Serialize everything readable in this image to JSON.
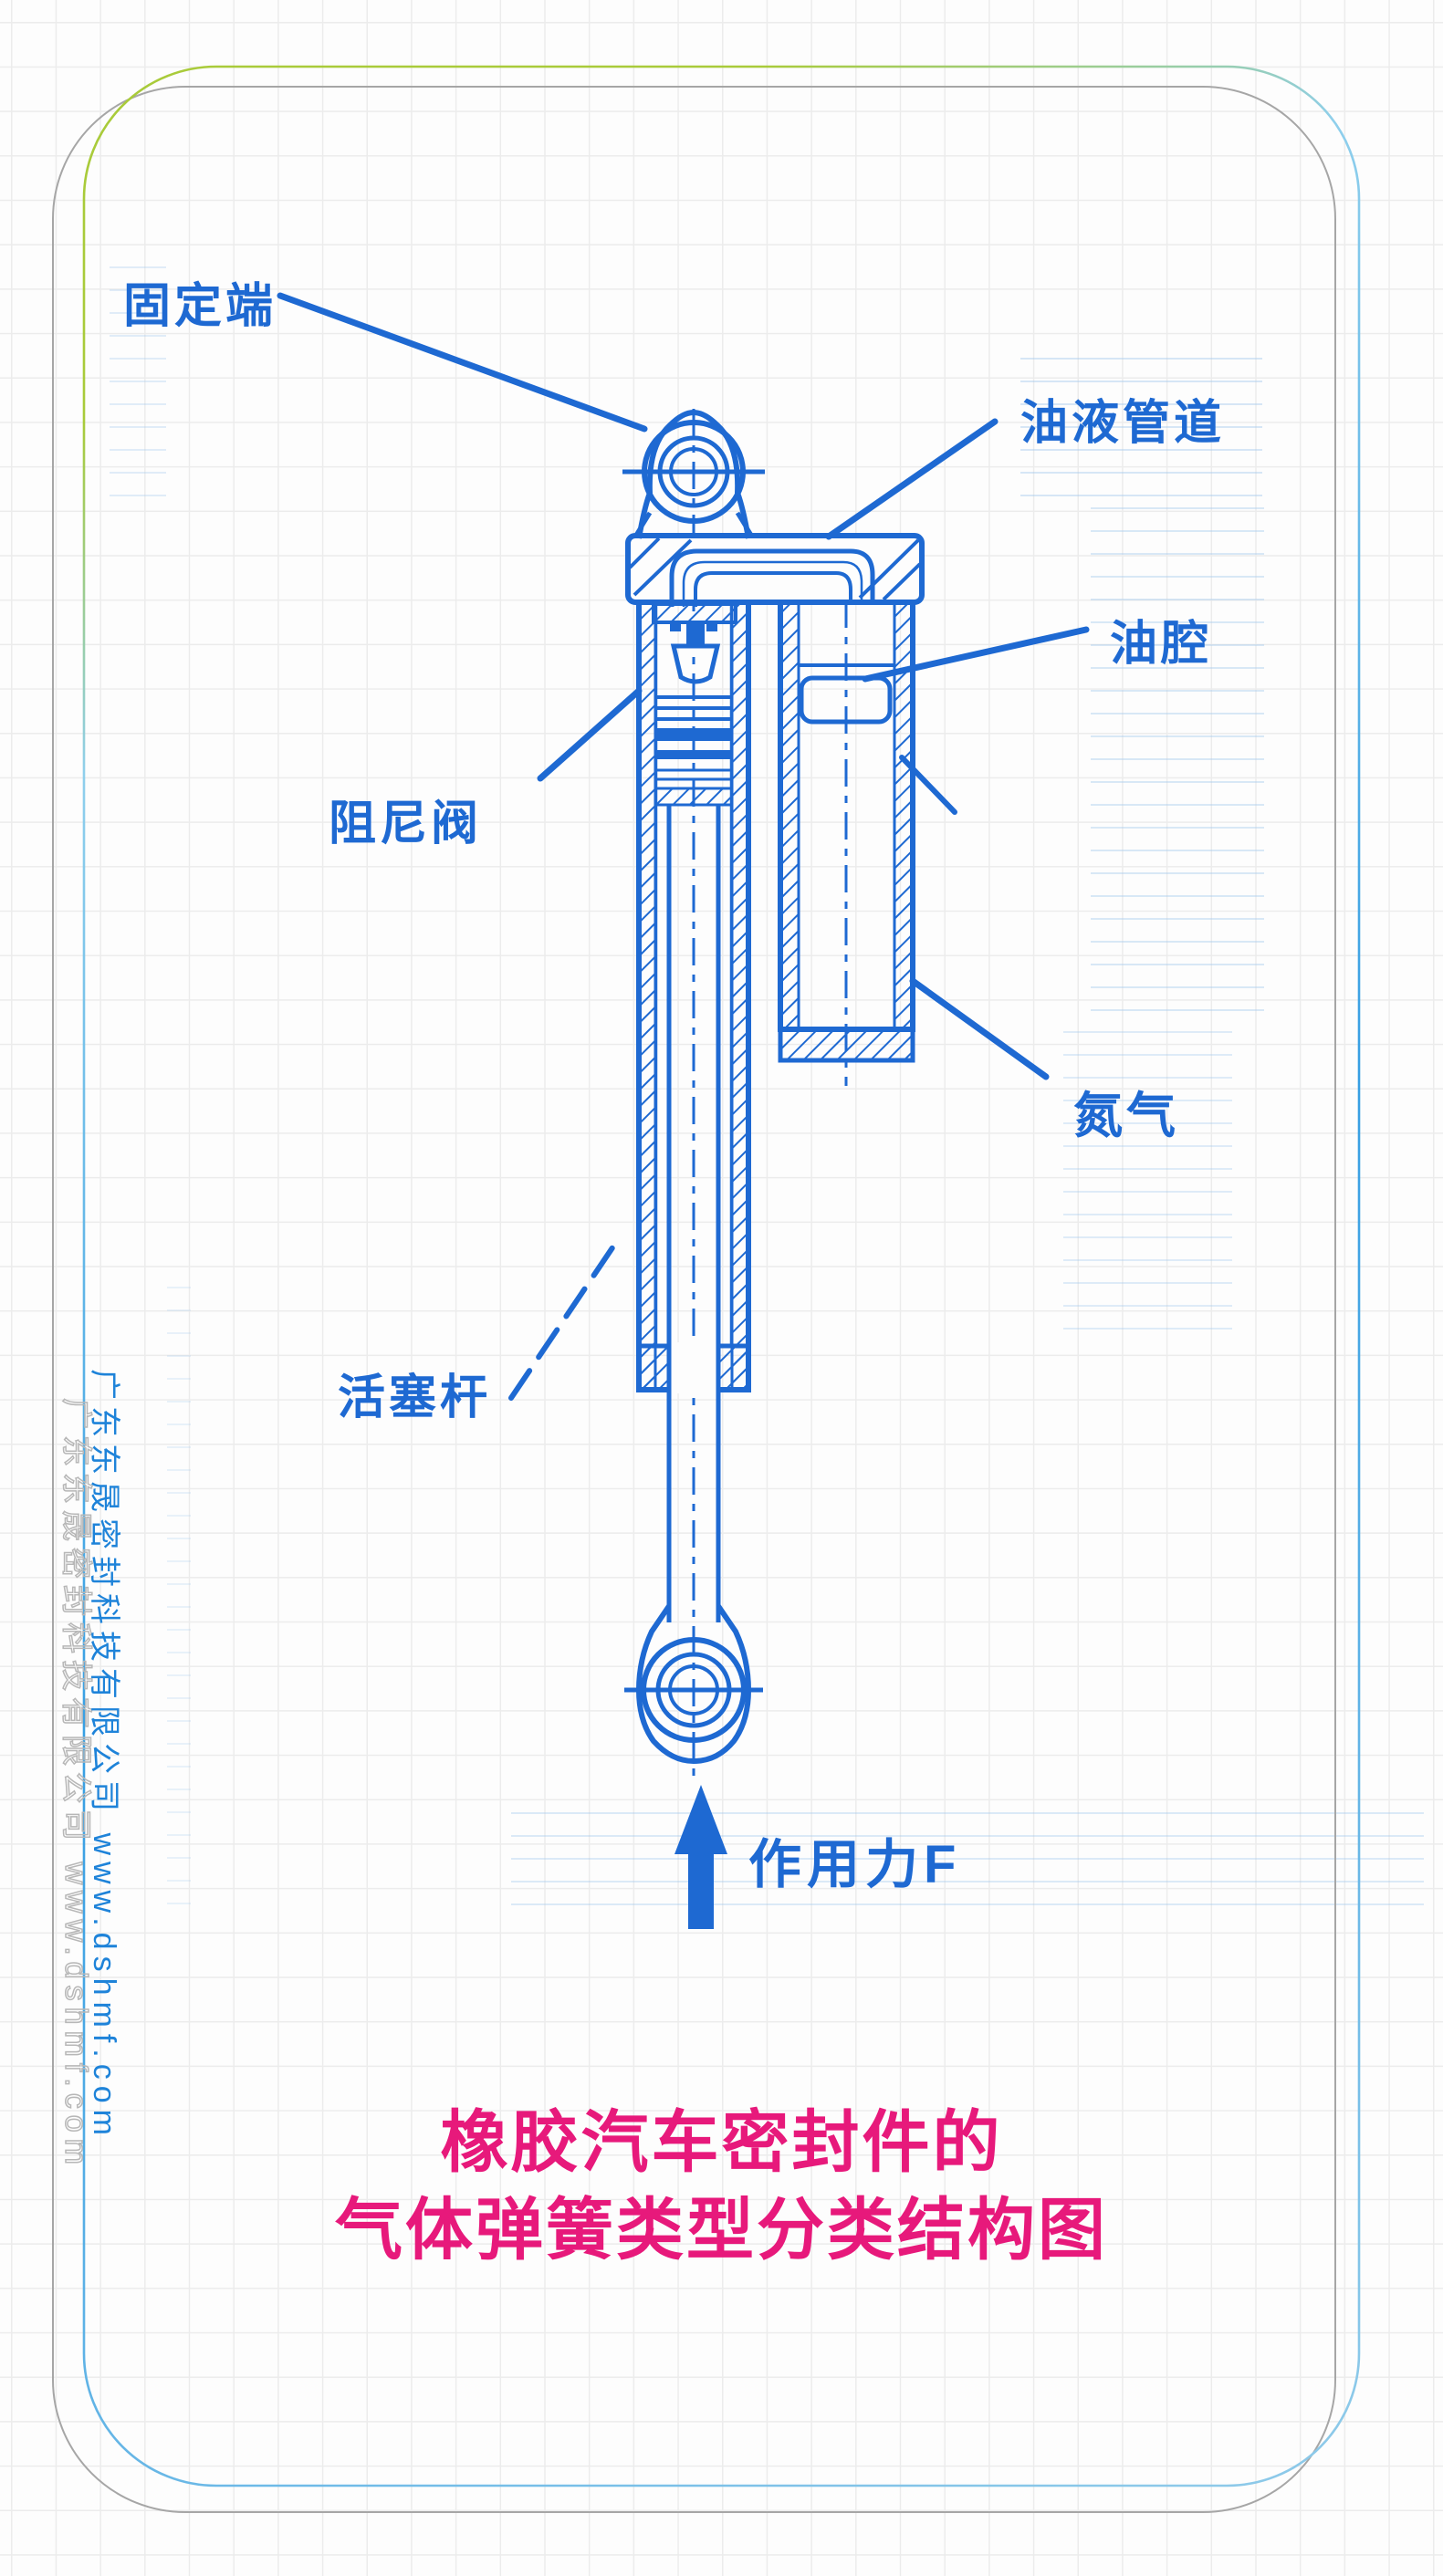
{
  "page": {
    "background": "#fdfdfd",
    "grid_color": "#ececec"
  },
  "frame": {
    "gradient_start": "#a9cb3a",
    "gradient_mid": "#8fcfec",
    "gradient_main": "#379fe3",
    "gradient_end": "#8cc9e9",
    "shadow_color": "#a6a6a6"
  },
  "diagram": {
    "line_color": "#1e69d2",
    "labels": {
      "fixed_end": "固定端",
      "oil_pipeline": "油液管道",
      "oil_chamber": "油腔",
      "damping_valve": "阻尼阀",
      "nitrogen": "氮气",
      "piston_rod": "活塞杆",
      "applied_force": "作用力F"
    }
  },
  "title": {
    "line1": "橡胶汽车密封件的",
    "line2": "气体弹簧类型分类结构图",
    "color": "#e7197b"
  },
  "watermark": {
    "text": "广东东晟密封科技有限公司 www.dshmf.com",
    "blue_color": "#1e83d9",
    "gray_color": "#b7b7b7"
  }
}
